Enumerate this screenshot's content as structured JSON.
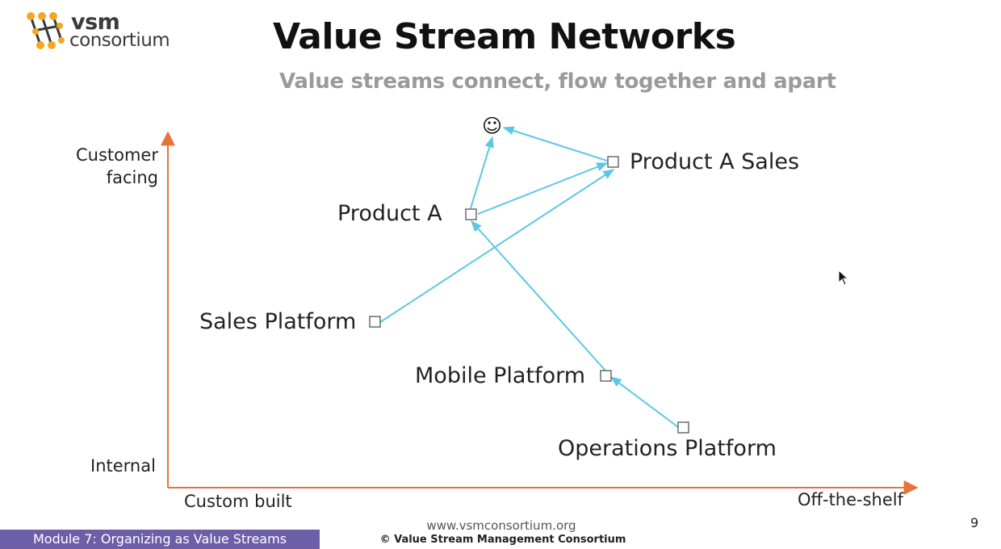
{
  "logo": {
    "line1": "vsm",
    "line2": "consortium"
  },
  "title": "Value Stream Networks",
  "subtitle": "Value streams connect, flow together and apart",
  "axes": {
    "y_top": "Customer\nfacing",
    "y_bottom": "Internal",
    "x_left": "Custom built",
    "x_right": "Off-the-shelf",
    "color": "#e8733a"
  },
  "nodes": {
    "customer": "☺",
    "product_a_sales": "Product A Sales",
    "product_a": "Product A",
    "sales_platform": "Sales Platform",
    "mobile_platform": "Mobile Platform",
    "operations_platform": "Operations Platform"
  },
  "arrow_color": "#5bc8e6",
  "footer": {
    "module": "Module 7: Organizing as Value Streams",
    "url": "www.vsmconsortium.org",
    "copyright": "© Value Stream Management Consortium",
    "page": "9",
    "module_bar_color": "#6c5fa8"
  }
}
